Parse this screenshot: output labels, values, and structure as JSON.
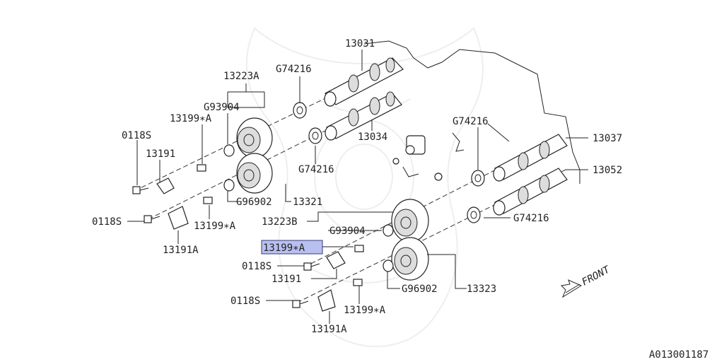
{
  "labels": {
    "p13031": "13031",
    "p13223a": "13223A",
    "g74216_top": "G74216",
    "g93904_top": "G93904",
    "p13199a_1": "13199∗A",
    "p0118s_1": "0118S",
    "p13191_1": "13191",
    "p13034": "13034",
    "g74216_mid": "G74216",
    "g74216_right": "G74216",
    "p13037": "13037",
    "p13052": "13052",
    "g96902_top": "G96902",
    "p13321": "13321",
    "p0118s_2": "0118S",
    "p13199a_2": "13199∗A",
    "p13191a_1": "13191A",
    "p13223b": "13223B",
    "g93904_bot": "G93904",
    "g74216_bot": "G74216",
    "p13199a_hl": "13199∗A",
    "p0118s_3": "0118S",
    "p13191_2": "13191",
    "g96902_bot": "G96902",
    "p13323": "13323",
    "p0118s_4": "0118S",
    "p13199a_3": "13199∗A",
    "p13191a_2": "13191A",
    "front": "FRONT",
    "diagram_id": "A013001187"
  },
  "highlight_color": "#b8c0f0"
}
